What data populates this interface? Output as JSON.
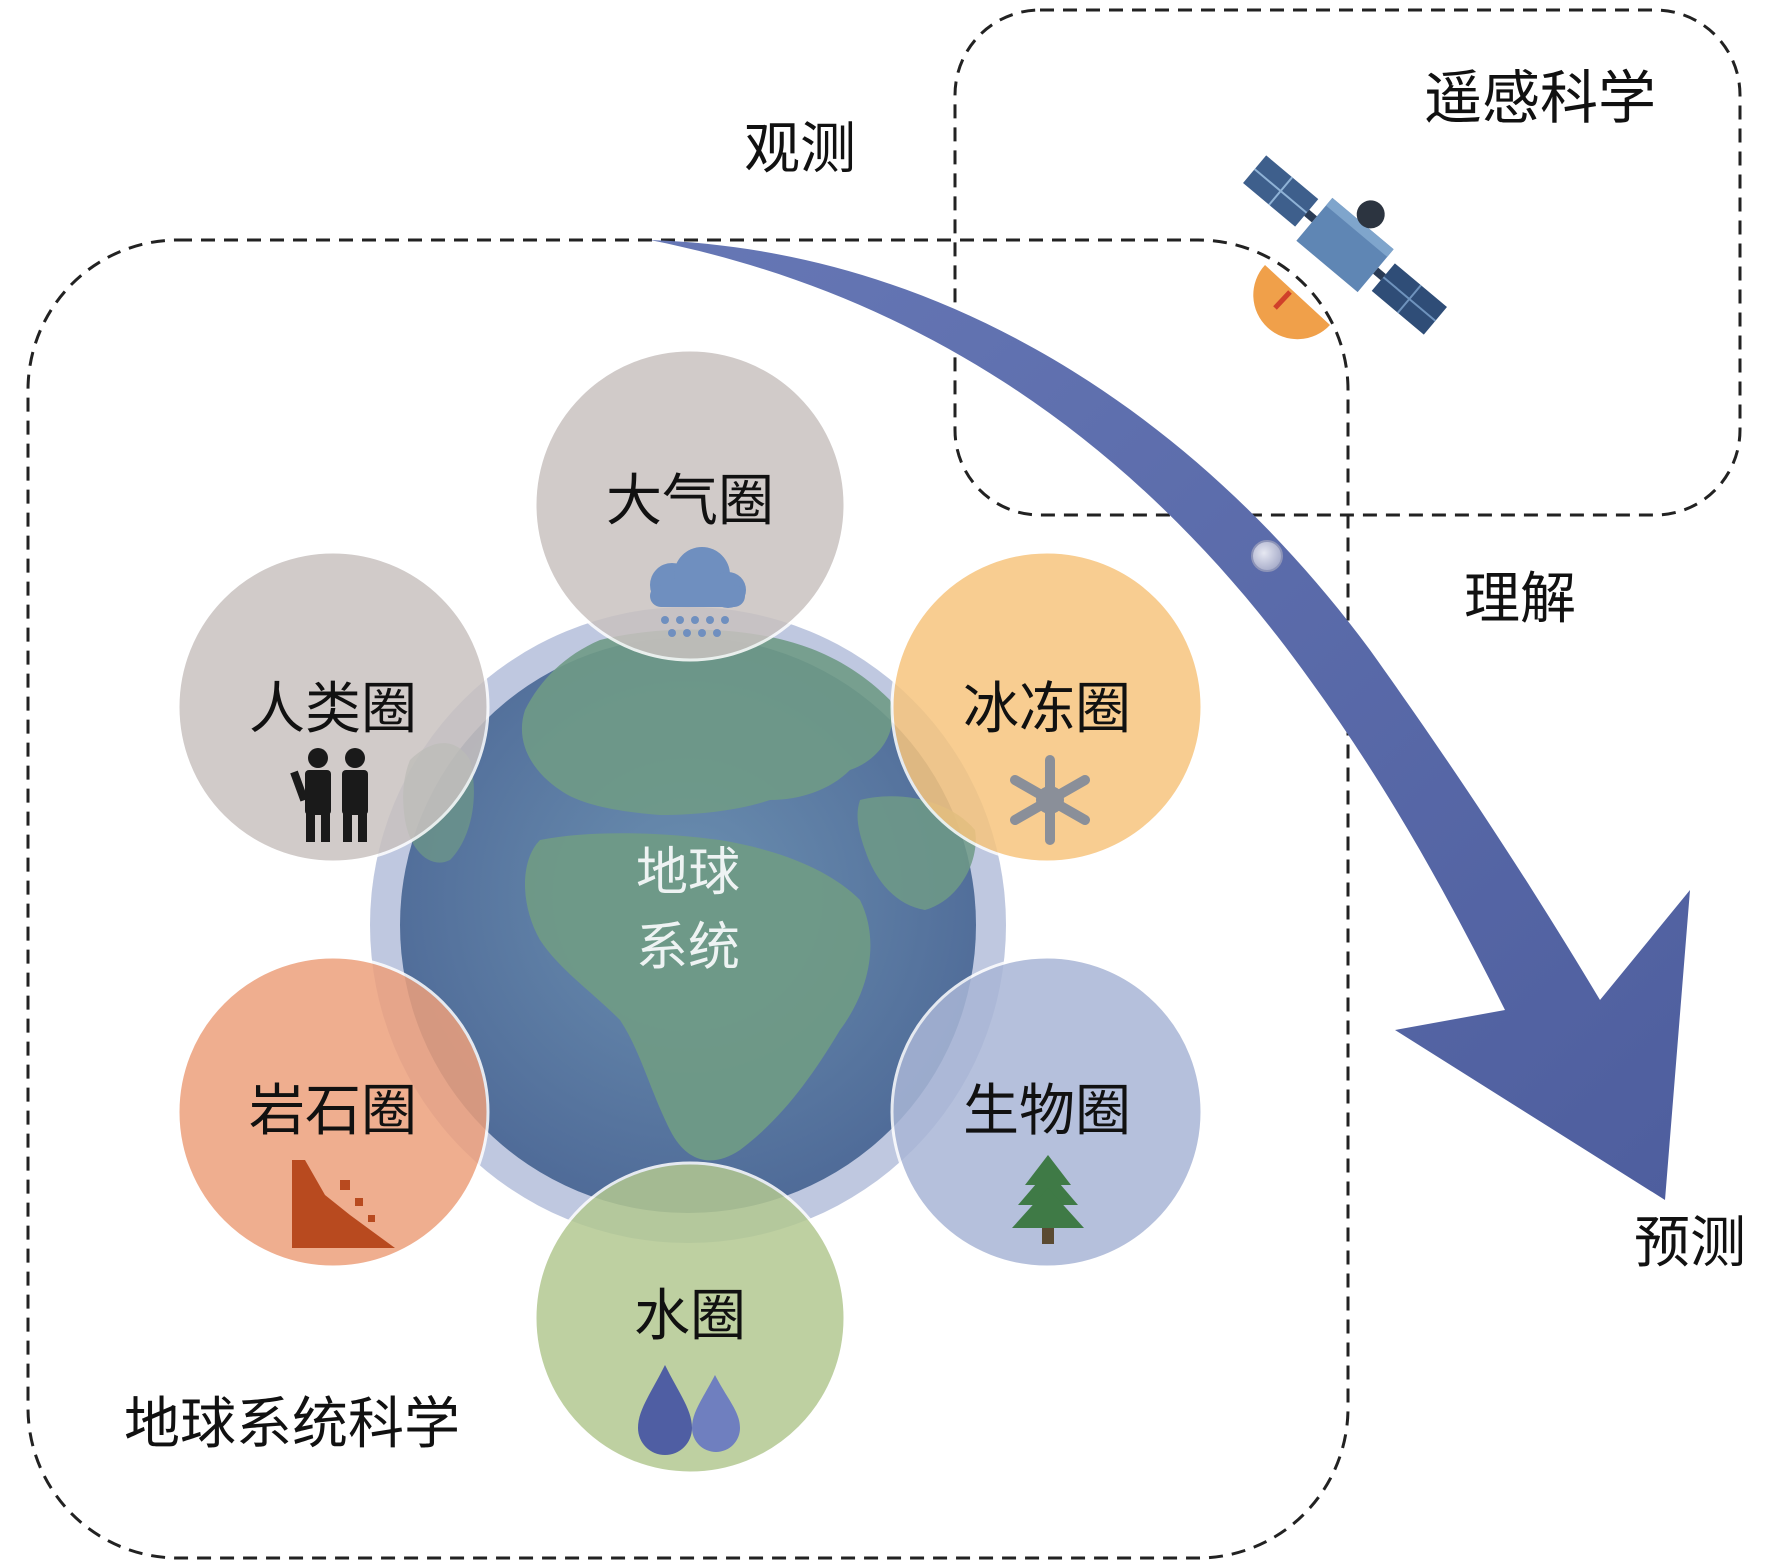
{
  "labels": {
    "remote_sensing": "遥感科学",
    "earth_system_science": "地球系统科学",
    "observe": "观测",
    "understand": "理解",
    "predict": "预测",
    "earth_line1": "地球",
    "earth_line2": "系统"
  },
  "spheres": {
    "atmosphere": {
      "label": "大气圈",
      "color": "#c9c2c0",
      "icon": "snow-cloud-icon"
    },
    "cryosphere": {
      "label": "冰冻圈",
      "color": "#f7c57e",
      "icon": "snowflake-icon"
    },
    "biosphere": {
      "label": "生物圈",
      "color": "#a9b6d6",
      "icon": "pine-tree-icon"
    },
    "hydrosphere": {
      "label": "水圈",
      "color": "#b3c891",
      "icon": "water-drops-icon"
    },
    "lithosphere": {
      "label": "岩石圈",
      "color": "#eda07c",
      "icon": "rock-slide-icon"
    },
    "anthroposphere": {
      "label": "人类圈",
      "color": "#c9c2c0",
      "icon": "people-icon"
    }
  },
  "colors": {
    "arrow": "#5565a6",
    "earth_ocean": "#5a77a3",
    "earth_land": "#6f9a86",
    "earth_halo": "#a9b5d5"
  }
}
